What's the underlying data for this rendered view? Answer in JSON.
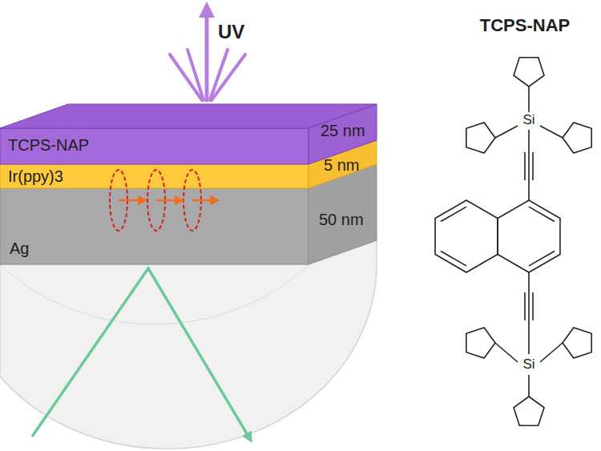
{
  "diagram": {
    "nodes": [
      {
        "text": [
          "TCPS-NAP",
          "25 nm"
        ]
      },
      {
        "text": [
          "Ir(ppy)3",
          "5 nm"
        ]
      },
      {
        "text": [
          "Ag",
          "50 nm"
        ]
      }
    ],
    "labels": [
      "UV",
      "TCPS-NAP",
      "Si",
      "Si"
    ]
  }
}
